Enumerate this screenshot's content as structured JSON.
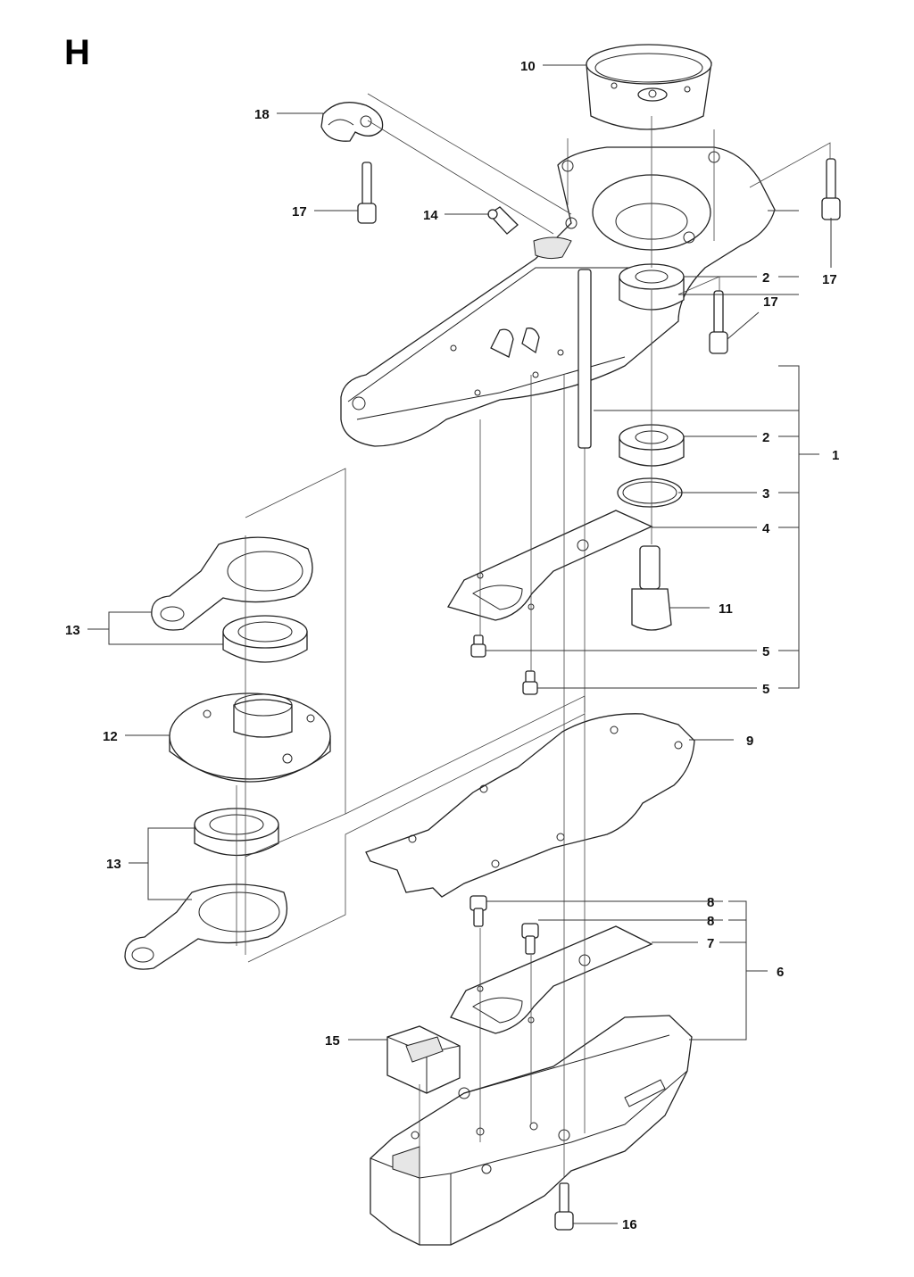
{
  "section_letter": "H",
  "callouts": [
    {
      "id": "c10",
      "label": "10"
    },
    {
      "id": "c18",
      "label": "18"
    },
    {
      "id": "c17a",
      "label": "17"
    },
    {
      "id": "c14",
      "label": "14"
    },
    {
      "id": "c17b",
      "label": "17"
    },
    {
      "id": "c17c",
      "label": "17"
    },
    {
      "id": "c2a",
      "label": "2"
    },
    {
      "id": "c2b",
      "label": "2"
    },
    {
      "id": "c1",
      "label": "1"
    },
    {
      "id": "c3",
      "label": "3"
    },
    {
      "id": "c4",
      "label": "4"
    },
    {
      "id": "c11",
      "label": "11"
    },
    {
      "id": "c5a",
      "label": "5"
    },
    {
      "id": "c5b",
      "label": "5"
    },
    {
      "id": "c13a",
      "label": "13"
    },
    {
      "id": "c12",
      "label": "12"
    },
    {
      "id": "c9",
      "label": "9"
    },
    {
      "id": "c13b",
      "label": "13"
    },
    {
      "id": "c8a",
      "label": "8"
    },
    {
      "id": "c8b",
      "label": "8"
    },
    {
      "id": "c7",
      "label": "7"
    },
    {
      "id": "c6",
      "label": "6"
    },
    {
      "id": "c15",
      "label": "15"
    },
    {
      "id": "c16",
      "label": "16"
    }
  ]
}
